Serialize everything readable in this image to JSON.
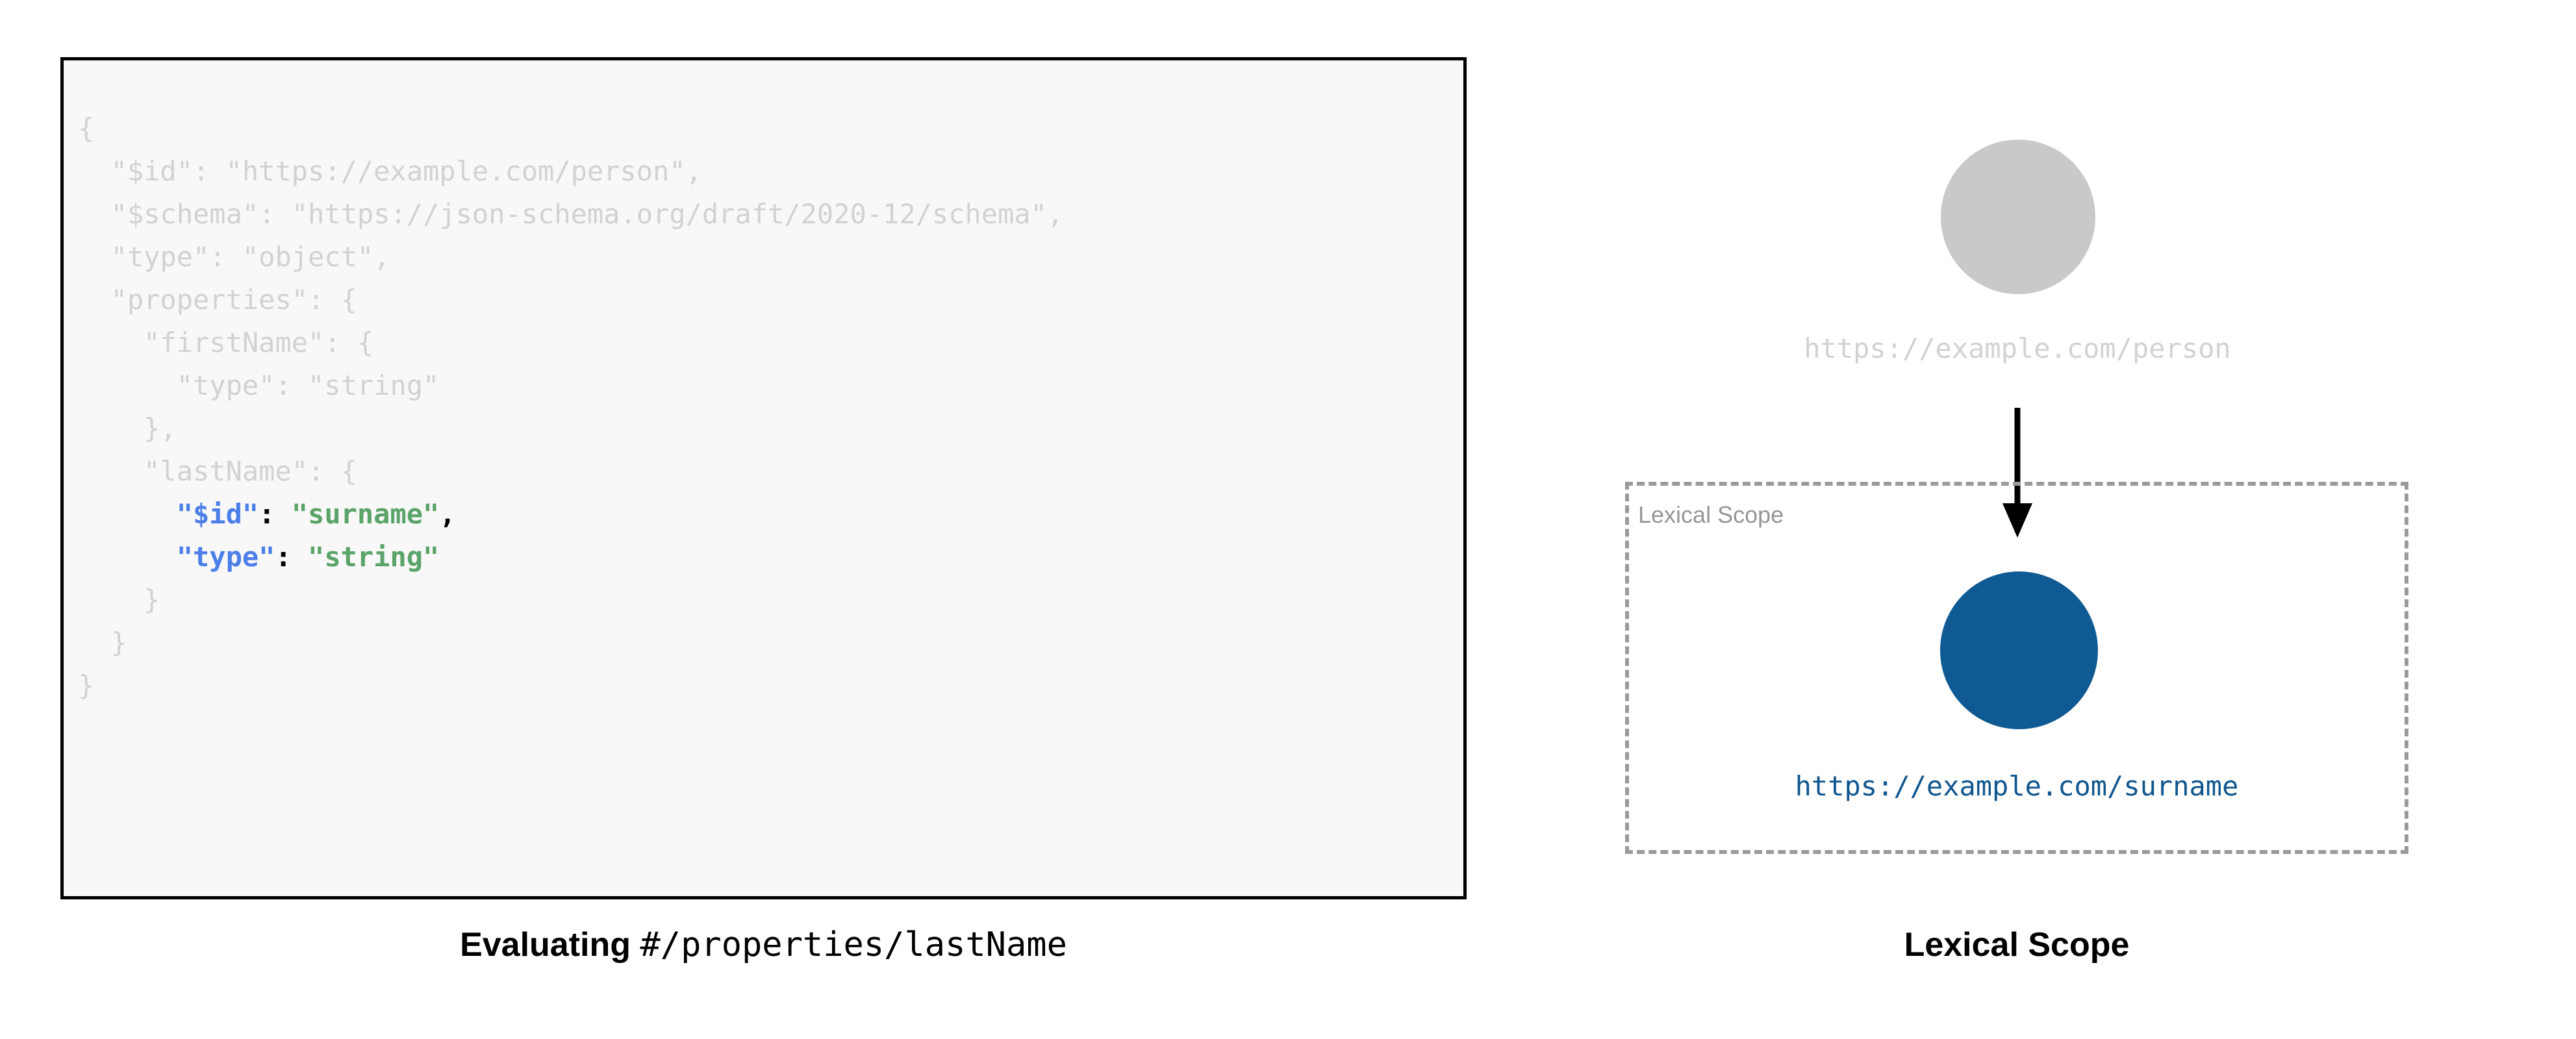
{
  "code_panel": {
    "background_color": "#f8f8f8",
    "border_color": "#000000",
    "dim_color": "#d2d2d2",
    "key_color": "#4d7fe8",
    "string_color": "#5aa469",
    "punct_color": "#000000",
    "lines": [
      {
        "indent": 0,
        "tokens": [
          {
            "text": "{",
            "style": "dim"
          }
        ]
      },
      {
        "indent": 1,
        "tokens": [
          {
            "text": "\"$id\": \"https://example.com/person\",",
            "style": "dim"
          }
        ]
      },
      {
        "indent": 1,
        "tokens": [
          {
            "text": "\"$schema\": \"https://json-schema.org/draft/2020-12/schema\",",
            "style": "dim"
          }
        ]
      },
      {
        "indent": 1,
        "tokens": [
          {
            "text": "\"type\": \"object\",",
            "style": "dim"
          }
        ]
      },
      {
        "indent": 1,
        "tokens": [
          {
            "text": "\"properties\": {",
            "style": "dim"
          }
        ]
      },
      {
        "indent": 2,
        "tokens": [
          {
            "text": "\"firstName\": {",
            "style": "dim"
          }
        ]
      },
      {
        "indent": 3,
        "tokens": [
          {
            "text": "\"type\": \"string\"",
            "style": "dim"
          }
        ]
      },
      {
        "indent": 2,
        "tokens": [
          {
            "text": "},",
            "style": "dim"
          }
        ]
      },
      {
        "indent": 2,
        "tokens": [
          {
            "text": "\"lastName\": {",
            "style": "dim"
          }
        ]
      },
      {
        "indent": 3,
        "tokens": [
          {
            "text": "\"$id\"",
            "style": "key"
          },
          {
            "text": ":",
            "style": "punct"
          },
          {
            "text": " ",
            "style": "punct"
          },
          {
            "text": "\"surname\"",
            "style": "string"
          },
          {
            "text": ",",
            "style": "punct"
          }
        ]
      },
      {
        "indent": 3,
        "tokens": [
          {
            "text": "\"type\"",
            "style": "key"
          },
          {
            "text": ":",
            "style": "punct"
          },
          {
            "text": " ",
            "style": "punct"
          },
          {
            "text": "\"string\"",
            "style": "string"
          }
        ]
      },
      {
        "indent": 2,
        "tokens": [
          {
            "text": "}",
            "style": "dim"
          }
        ]
      },
      {
        "indent": 1,
        "tokens": [
          {
            "text": "}",
            "style": "dim"
          }
        ]
      },
      {
        "indent": 0,
        "tokens": [
          {
            "text": "}",
            "style": "dim"
          }
        ]
      }
    ]
  },
  "left_caption": {
    "bold_text": "Evaluating ",
    "mono_text": "#/properties/lastName"
  },
  "diagram": {
    "outer_node": {
      "label": "https://example.com/person",
      "fill_color": "#c9c9c9",
      "label_color": "#d2d2d2"
    },
    "arrow": {
      "color": "#000000"
    },
    "scope_box": {
      "label": "Lexical Scope",
      "border_color": "#9a9a9a",
      "label_color": "#969696"
    },
    "inner_node": {
      "label": "https://example.com/surname",
      "fill_color": "#105a93",
      "label_color": "#10568f"
    }
  },
  "right_caption": {
    "text": "Lexical Scope"
  }
}
